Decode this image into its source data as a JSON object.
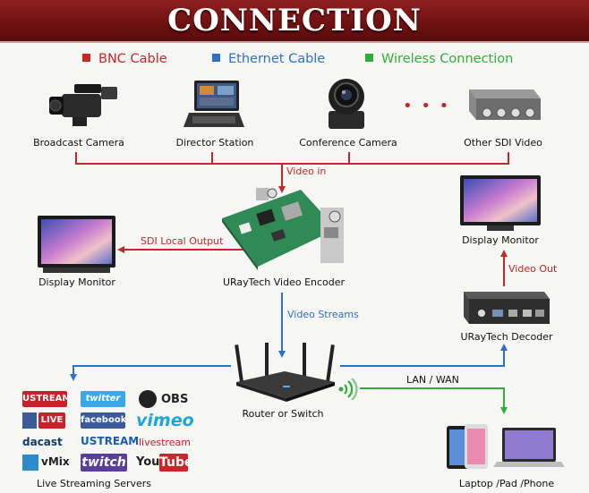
{
  "banner": {
    "title": "CONNECTION"
  },
  "legend": {
    "bnc": {
      "label": "BNC Cable",
      "color": "#c62828"
    },
    "ethernet": {
      "label": "Ethernet Cable",
      "color": "#2f6fc6"
    },
    "wireless": {
      "label": "Wireless Connection",
      "color": "#2fae3a"
    }
  },
  "sources": {
    "broadcast_camera": "Broadcast Camera",
    "director_station": "Director Station",
    "conference_camera": "Conference Camera",
    "ellipsis": "• • •",
    "other_sdi": "Other SDI Video"
  },
  "encoder": {
    "label": "URayTech Video Encoder"
  },
  "left_monitor": {
    "label": "Display Monitor"
  },
  "right_monitor": {
    "label": "Display Monitor"
  },
  "decoder": {
    "label": "URayTech Decoder"
  },
  "router": {
    "label": "Router or Switch"
  },
  "streaming": {
    "label": "Live Streaming Servers",
    "services": [
      "USTREAM",
      "twitter",
      "OBS",
      "LIVE",
      "facebook",
      "vimeo",
      "dacast",
      "USTREAM",
      "livestream",
      "vMix",
      "twitch",
      "You",
      "Tube"
    ]
  },
  "devices": {
    "label": "Laptop /Pad /Phone"
  },
  "connections": {
    "video_in": "Video in",
    "sdi_local_output": "SDI Local Output",
    "video_streams": "Video Streams",
    "video_out": "Video Out",
    "lan_wan": "LAN / WAN"
  }
}
